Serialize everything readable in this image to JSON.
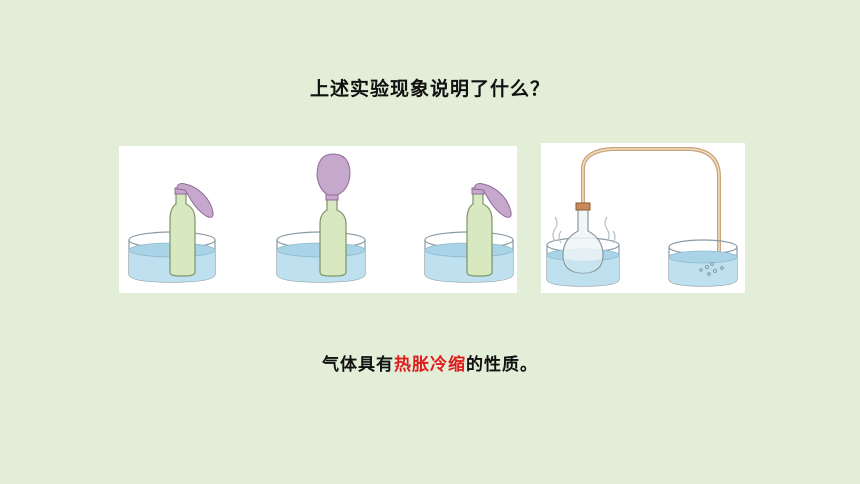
{
  "title": "上述实验现象说明了什么？",
  "conclusion": {
    "before": "气体具有",
    "highlight": "热胀冷缩",
    "after": "的性质。"
  },
  "colors": {
    "background": "#e2eed8",
    "highlight": "#e01d1d",
    "water": "#bfe0ee",
    "bottle": "#d8e9c2",
    "balloon": "#c6a8cc"
  },
  "figures": [
    {
      "id": "balloon-bottles",
      "states": [
        "small-balloon",
        "inflated-balloon",
        "small-balloon"
      ]
    },
    {
      "id": "flask-tube",
      "states": [
        "heated-flask",
        "bubbles-in-water"
      ]
    }
  ]
}
